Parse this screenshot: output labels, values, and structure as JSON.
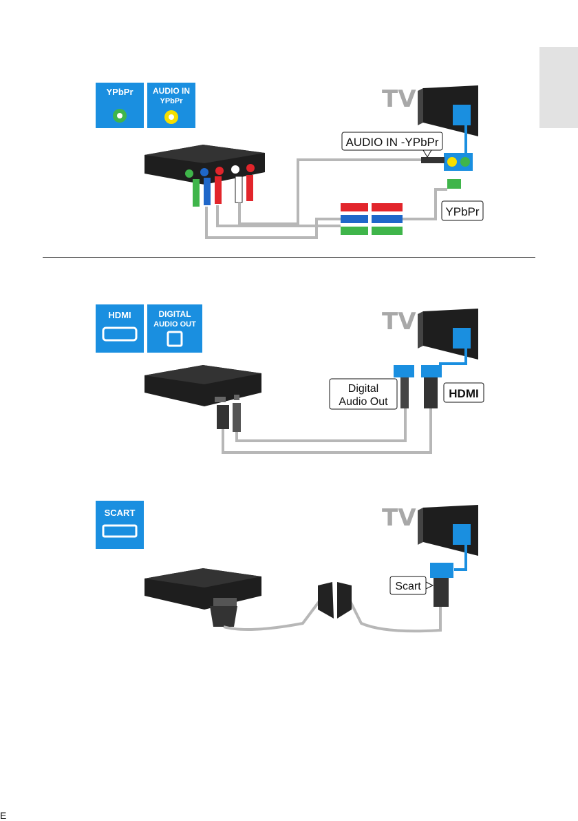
{
  "colors": {
    "badge_blue": "#1a8fe0",
    "cable_grey": "#b7b7b7",
    "device_black": "#1e1e1e",
    "accent_green": "#3fb54a",
    "accent_red": "#e2252b",
    "accent_blue": "#1f67c9",
    "accent_yellow": "#f6df00"
  },
  "sections": [
    {
      "badges": [
        {
          "line1": "YPbPr",
          "line2": ""
        },
        {
          "line1": "AUDIO IN",
          "line2": "YPbPr"
        }
      ],
      "tv_label": "TV",
      "callouts": [
        "AUDIO IN -YPbPr",
        "YPbPr"
      ]
    },
    {
      "badges": [
        {
          "line1": "HDMI",
          "line2": ""
        },
        {
          "line1": "DIGITAL",
          "line2": "AUDIO OUT"
        }
      ],
      "tv_label": "TV",
      "callouts": [
        "Digital",
        "Audio Out",
        "HDMI"
      ]
    },
    {
      "badges": [
        {
          "line1": "SCART",
          "line2": ""
        }
      ],
      "tv_label": "TV",
      "callouts": [
        "Scart"
      ]
    }
  ],
  "page_number": "E"
}
